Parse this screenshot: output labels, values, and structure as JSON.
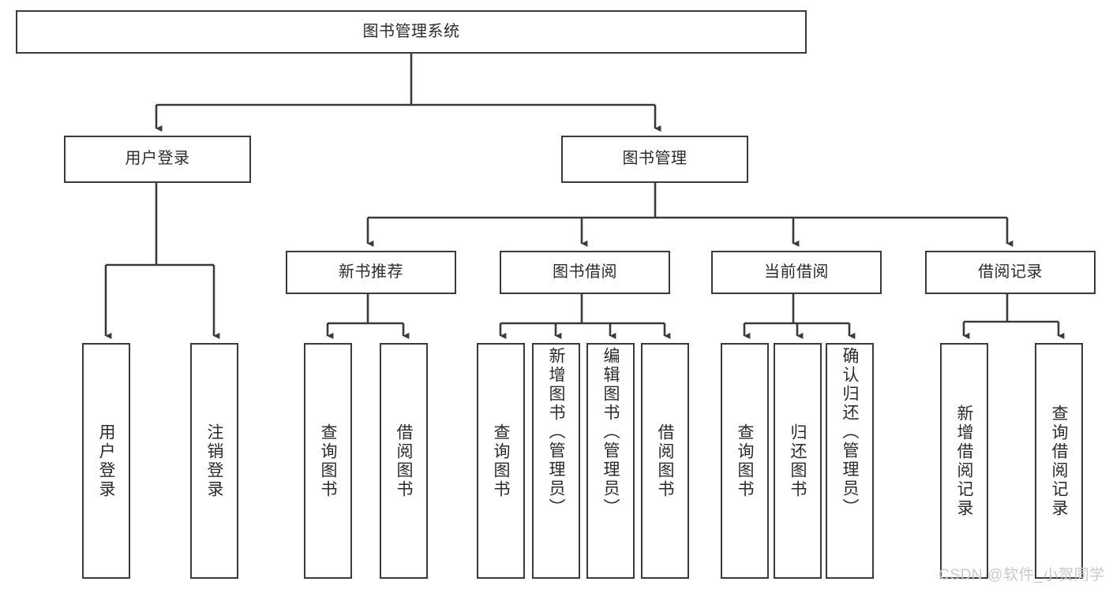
{
  "diagram": {
    "title": "图书管理系统",
    "type": "tree-hierarchy",
    "watermark": "CSDN @软件_小贺同学",
    "colors": {
      "box_border": "#3a3a3a",
      "box_fill": "#ffffff",
      "connector": "#3a3a3a",
      "text": "#2b2b2b",
      "watermark": "#c9c9c9",
      "background": "#ffffff"
    },
    "root": {
      "label": "图书管理系统"
    },
    "level2": [
      {
        "label": "用户登录"
      },
      {
        "label": "图书管理"
      }
    ],
    "level3": [
      {
        "label": "新书推荐"
      },
      {
        "label": "图书借阅"
      },
      {
        "label": "当前借阅"
      },
      {
        "label": "借阅记录"
      }
    ],
    "leaves": {
      "user_login": [
        {
          "label": "用户登录"
        },
        {
          "label": "注销登录"
        }
      ],
      "new_book_recommend": [
        {
          "label": "查询图书"
        },
        {
          "label": "借阅图书"
        }
      ],
      "book_borrow": [
        {
          "label": "查询图书"
        },
        {
          "label": "新增图书（管理员）"
        },
        {
          "label": "编辑图书（管理员）"
        },
        {
          "label": "借阅图书"
        }
      ],
      "current_borrow": [
        {
          "label": "查询图书"
        },
        {
          "label": "归还图书"
        },
        {
          "label": "确认归还（管理员）"
        }
      ],
      "borrow_record": [
        {
          "label": "新增借阅记录"
        },
        {
          "label": "查询借阅记录"
        }
      ]
    }
  }
}
